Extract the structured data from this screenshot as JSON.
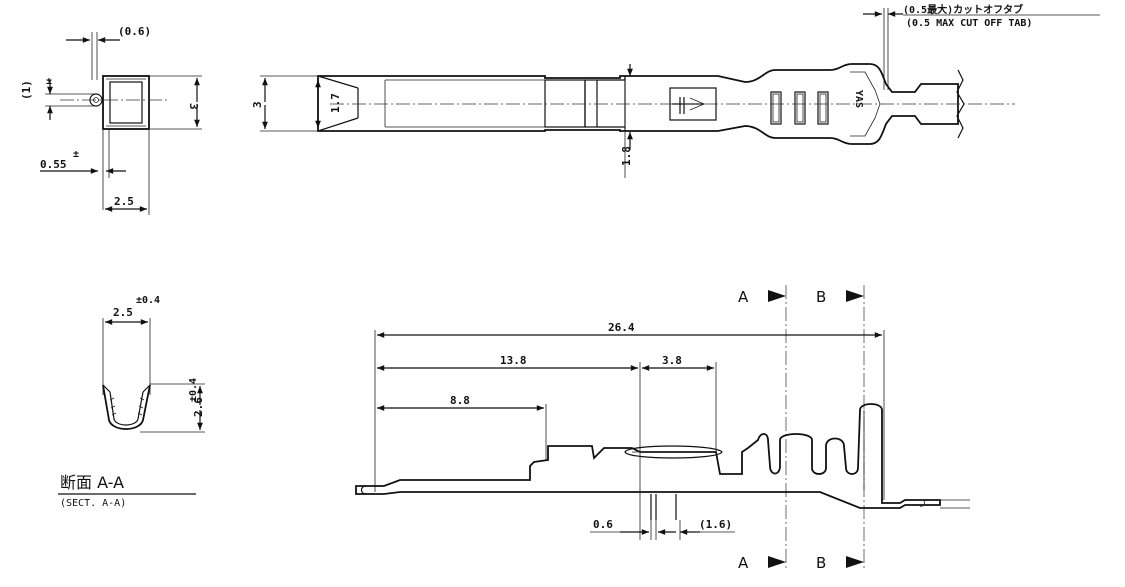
{
  "top_right_note": {
    "line1": "(0.5最大)カットオフタブ",
    "line2": "(0.5 MAX CUT OFF TAB)"
  },
  "end_view": {
    "dim_top": "(0.6)",
    "dim_height": "3",
    "dim_side": "(1)",
    "dim_side_tol": "±",
    "dim_small": "0.55",
    "dim_small_tol": "±",
    "dim_width": "2.5"
  },
  "top_view": {
    "dim_outer": "3",
    "dim_inner": "1.7",
    "dim_pin": "1.8",
    "stamp": "YAS"
  },
  "section_view": {
    "dim_width": "2.5",
    "dim_width_tol": "±0.4",
    "dim_height": "2.6",
    "dim_height_tol": "±0.4",
    "title": "断面 A-A",
    "subtitle": "(SECT. A-A)"
  },
  "side_view": {
    "dim_total": "26.4",
    "dim_13_8": "13.8",
    "dim_3_8": "3.8",
    "dim_8_8": "8.8",
    "dim_0_6": "0.6",
    "dim_1_6": "(1.6)",
    "section_a": "A",
    "section_b": "B"
  }
}
